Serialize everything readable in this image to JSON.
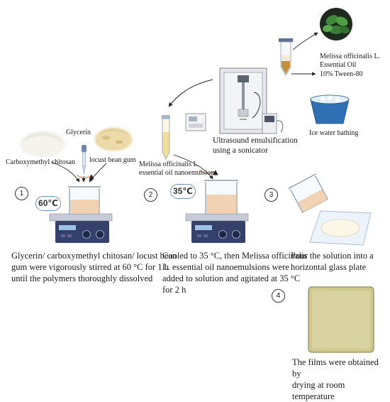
{
  "labels": {
    "glycerin": "Glycerin",
    "carboxymethyl_chitosan": "Carboxymethyl chitosan",
    "locust_bean_gum": "locust bean gum",
    "essential_oil_line1": "Melissa officinalis L.",
    "essential_oil_line2": "Essential Oil",
    "tween": "10% Tween-80",
    "ice_water": "Ice water bathing",
    "sonicator_line1": "Ultrasound emulsification",
    "sonicator_line2": "using a sonicator",
    "nanoemulsion_line1": "Melissa officinalis L.",
    "nanoemulsion_line2": "essential oil nanoemulsion"
  },
  "temps": {
    "step1": "60℃",
    "step2": "35℃"
  },
  "steps": [
    {
      "number": "1",
      "lines": [
        "Glycerin/ carboxymethyl chitosan/ locust bean",
        "gum  were vigorously stirred at 60 °C for 1 h",
        "until the polymers thoroughly dissolved"
      ]
    },
    {
      "number": "2",
      "lines": [
        "Cooled to 35 °C, then Melissa officinalis",
        "L. essential oil nanoemulsions  were",
        "added to solution and agitated at 35 °C",
        "for 2 h"
      ]
    },
    {
      "number": "3",
      "lines": [
        "Pour the solution into a",
        "horizontal glass plate"
      ]
    },
    {
      "number": "4",
      "lines": [
        "The films were obtained by",
        "drying at room temperature"
      ]
    }
  ],
  "colors": {
    "liquid": "#f1d3b3",
    "stirrer_body": "#35406b",
    "badge_border": "#6f8fbf",
    "film": "#d8d3a0",
    "ice_bucket": "#2f6fb4"
  }
}
